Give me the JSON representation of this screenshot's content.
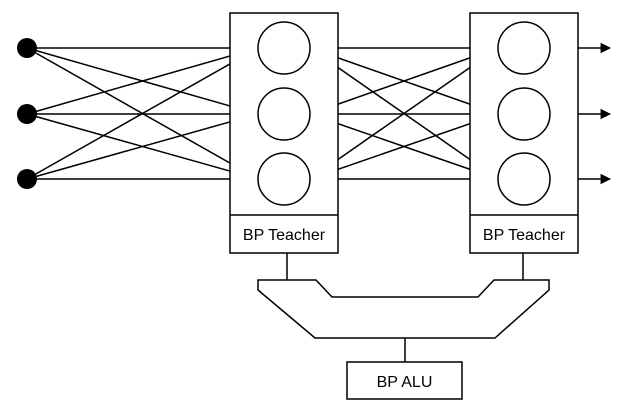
{
  "diagram": {
    "left_teacher": {
      "label": "BP Teacher"
    },
    "right_teacher": {
      "label": "BP Teacher"
    },
    "alu": {
      "label": "BP ALU"
    }
  },
  "colors": {
    "stroke": "#000000",
    "background": "#ffffff"
  },
  "network": {
    "input_count": 3,
    "hidden_count": 3,
    "output_count": 3
  }
}
